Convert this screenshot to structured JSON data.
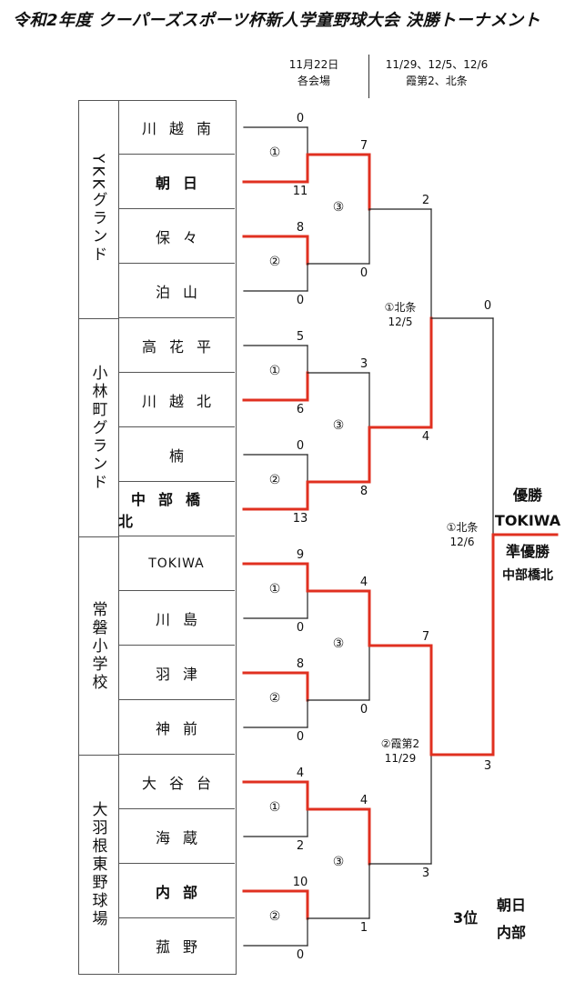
{
  "title": "令和2年度  クーパーズスポーツ杯新人学童野球大会  決勝トーナメント",
  "header": {
    "round1_date": "11月22日",
    "round1_place": "各会場",
    "round2_date": "11/29、12/5、12/6",
    "round2_place": "霞第2、北条"
  },
  "venues": [
    "YKKグランド",
    "小林町グランド",
    "常磐小学校",
    "大羽根東野球場"
  ],
  "teams": [
    "川越南",
    "朝日",
    "保々",
    "泊山",
    "高花平",
    "川越北",
    "楠",
    "中部橋北",
    "TOKIWA",
    "川島",
    "羽津",
    "神前",
    "大谷台",
    "海蔵",
    "内部",
    "菰野"
  ],
  "scores_r1": [
    "0",
    "11",
    "8",
    "0",
    "5",
    "6",
    "0",
    "13",
    "9",
    "0",
    "8",
    "0",
    "4",
    "2",
    "10",
    "0"
  ],
  "scores_r2": [
    "7",
    "0",
    "3",
    "8",
    "4",
    "0",
    "4",
    "1"
  ],
  "scores_r3": [
    "2",
    "4",
    "7",
    "3"
  ],
  "round1_labels": [
    "①",
    "②",
    "①",
    "②",
    "①",
    "②",
    "①",
    "②"
  ],
  "round2_label": "③",
  "semifinal_1": {
    "label": "①北条",
    "date": "12/5"
  },
  "semifinal_2": {
    "label": "②霞第2",
    "date": "11/29"
  },
  "final": {
    "label": "①北条",
    "date": "12/6",
    "score_top": "0",
    "score_bottom": "3"
  },
  "result": {
    "champion_label": "優勝",
    "champion": "TOKIWA",
    "runner_up_label": "準優勝",
    "runner_up": "中部橋北",
    "third_label": "3位",
    "third_1": "朝日",
    "third_2": "内部"
  },
  "colors": {
    "win": "#e03020",
    "line": "#222222"
  }
}
